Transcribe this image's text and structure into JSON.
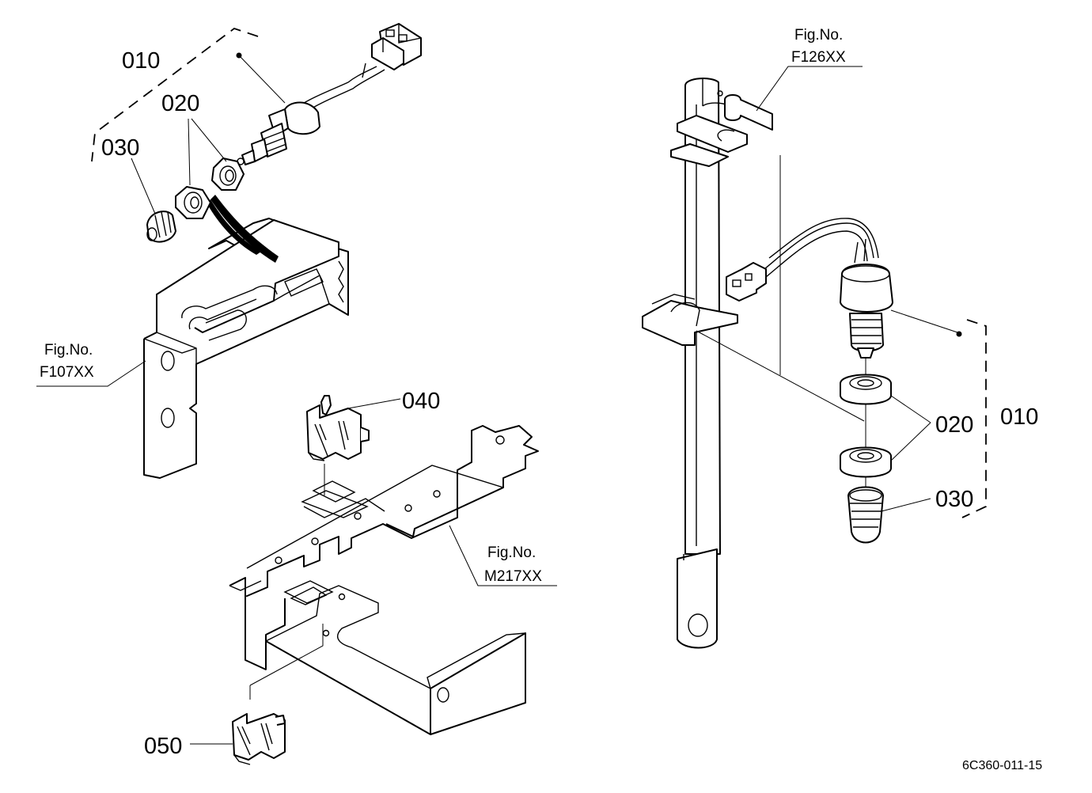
{
  "callouts": {
    "left_010": "010",
    "left_020": "020",
    "left_030": "030",
    "mid_040": "040",
    "mid_050": "050",
    "right_020": "020",
    "right_010": "010",
    "right_030": "030"
  },
  "figure_refs": {
    "f107_label": "Fig.No.",
    "f107_code": "F107XX",
    "f126_label": "Fig.No.",
    "f126_code": "F126XX",
    "m217_label": "Fig.No.",
    "m217_code": "M217XX"
  },
  "document_number": "6C360-011-15"
}
